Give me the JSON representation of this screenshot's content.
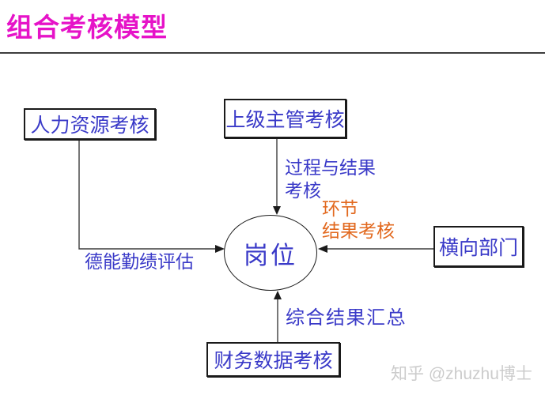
{
  "title": "组合考核模型",
  "colors": {
    "title": "#E613C8",
    "box_text": "#3A3AC8",
    "accent_orange": "#E2691F",
    "line": "#3d3d3d",
    "border": "#1a1a1a",
    "watermark": "#cccccc"
  },
  "nodes": {
    "hr": "人力资源考核",
    "supervisor": "上级主管考核",
    "lateral": "横向部门",
    "finance": "财务数据考核",
    "center": "岗位"
  },
  "edge_labels": {
    "process_line1": "过程与结果",
    "process_line2": "考核",
    "link_line1": "环节",
    "link_line2": "结果考核",
    "morality": "德能勤绩评估",
    "summary": "综合结果汇总"
  },
  "watermark": "知乎 @zhuzhu博士"
}
